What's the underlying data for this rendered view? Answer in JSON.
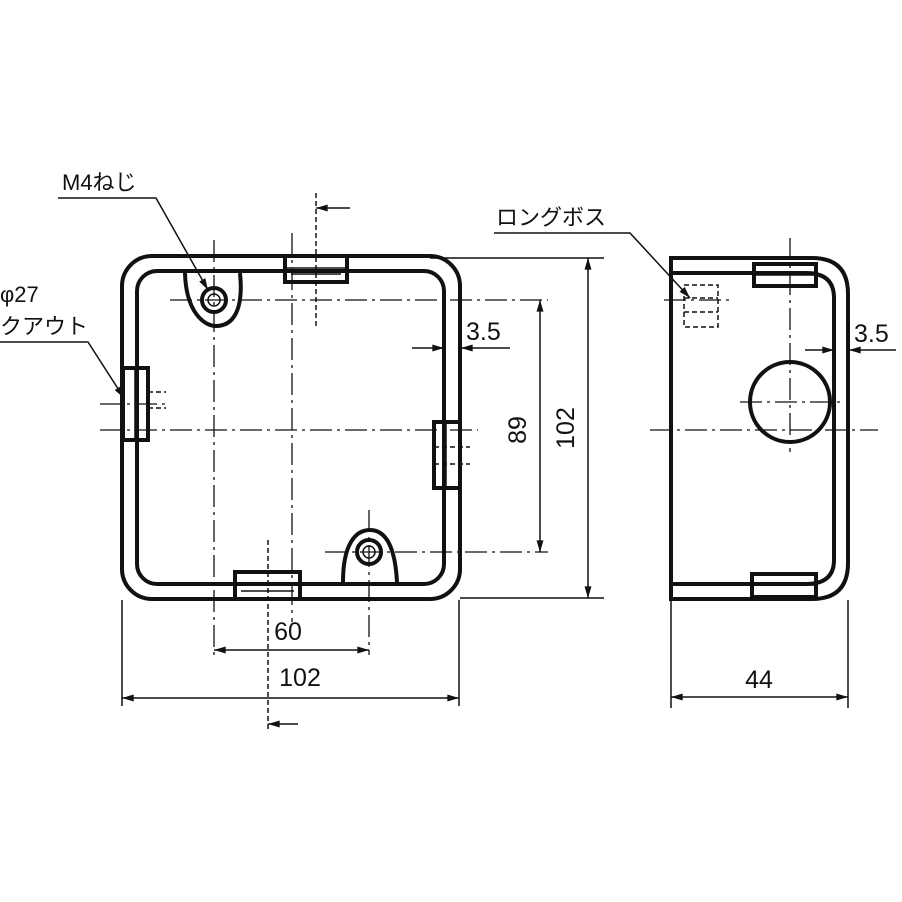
{
  "notes": {
    "screw": "M4ねじ",
    "knockout_dia": "φ27",
    "knockout_text": "クアウト",
    "long_boss": "ロングボス"
  },
  "dimensions": {
    "front_width": "102",
    "front_height": "102",
    "hole_spacing_h": "60",
    "hole_spacing_v": "89",
    "wall_front": "3.5",
    "side_depth": "44",
    "wall_side": "3.5"
  }
}
